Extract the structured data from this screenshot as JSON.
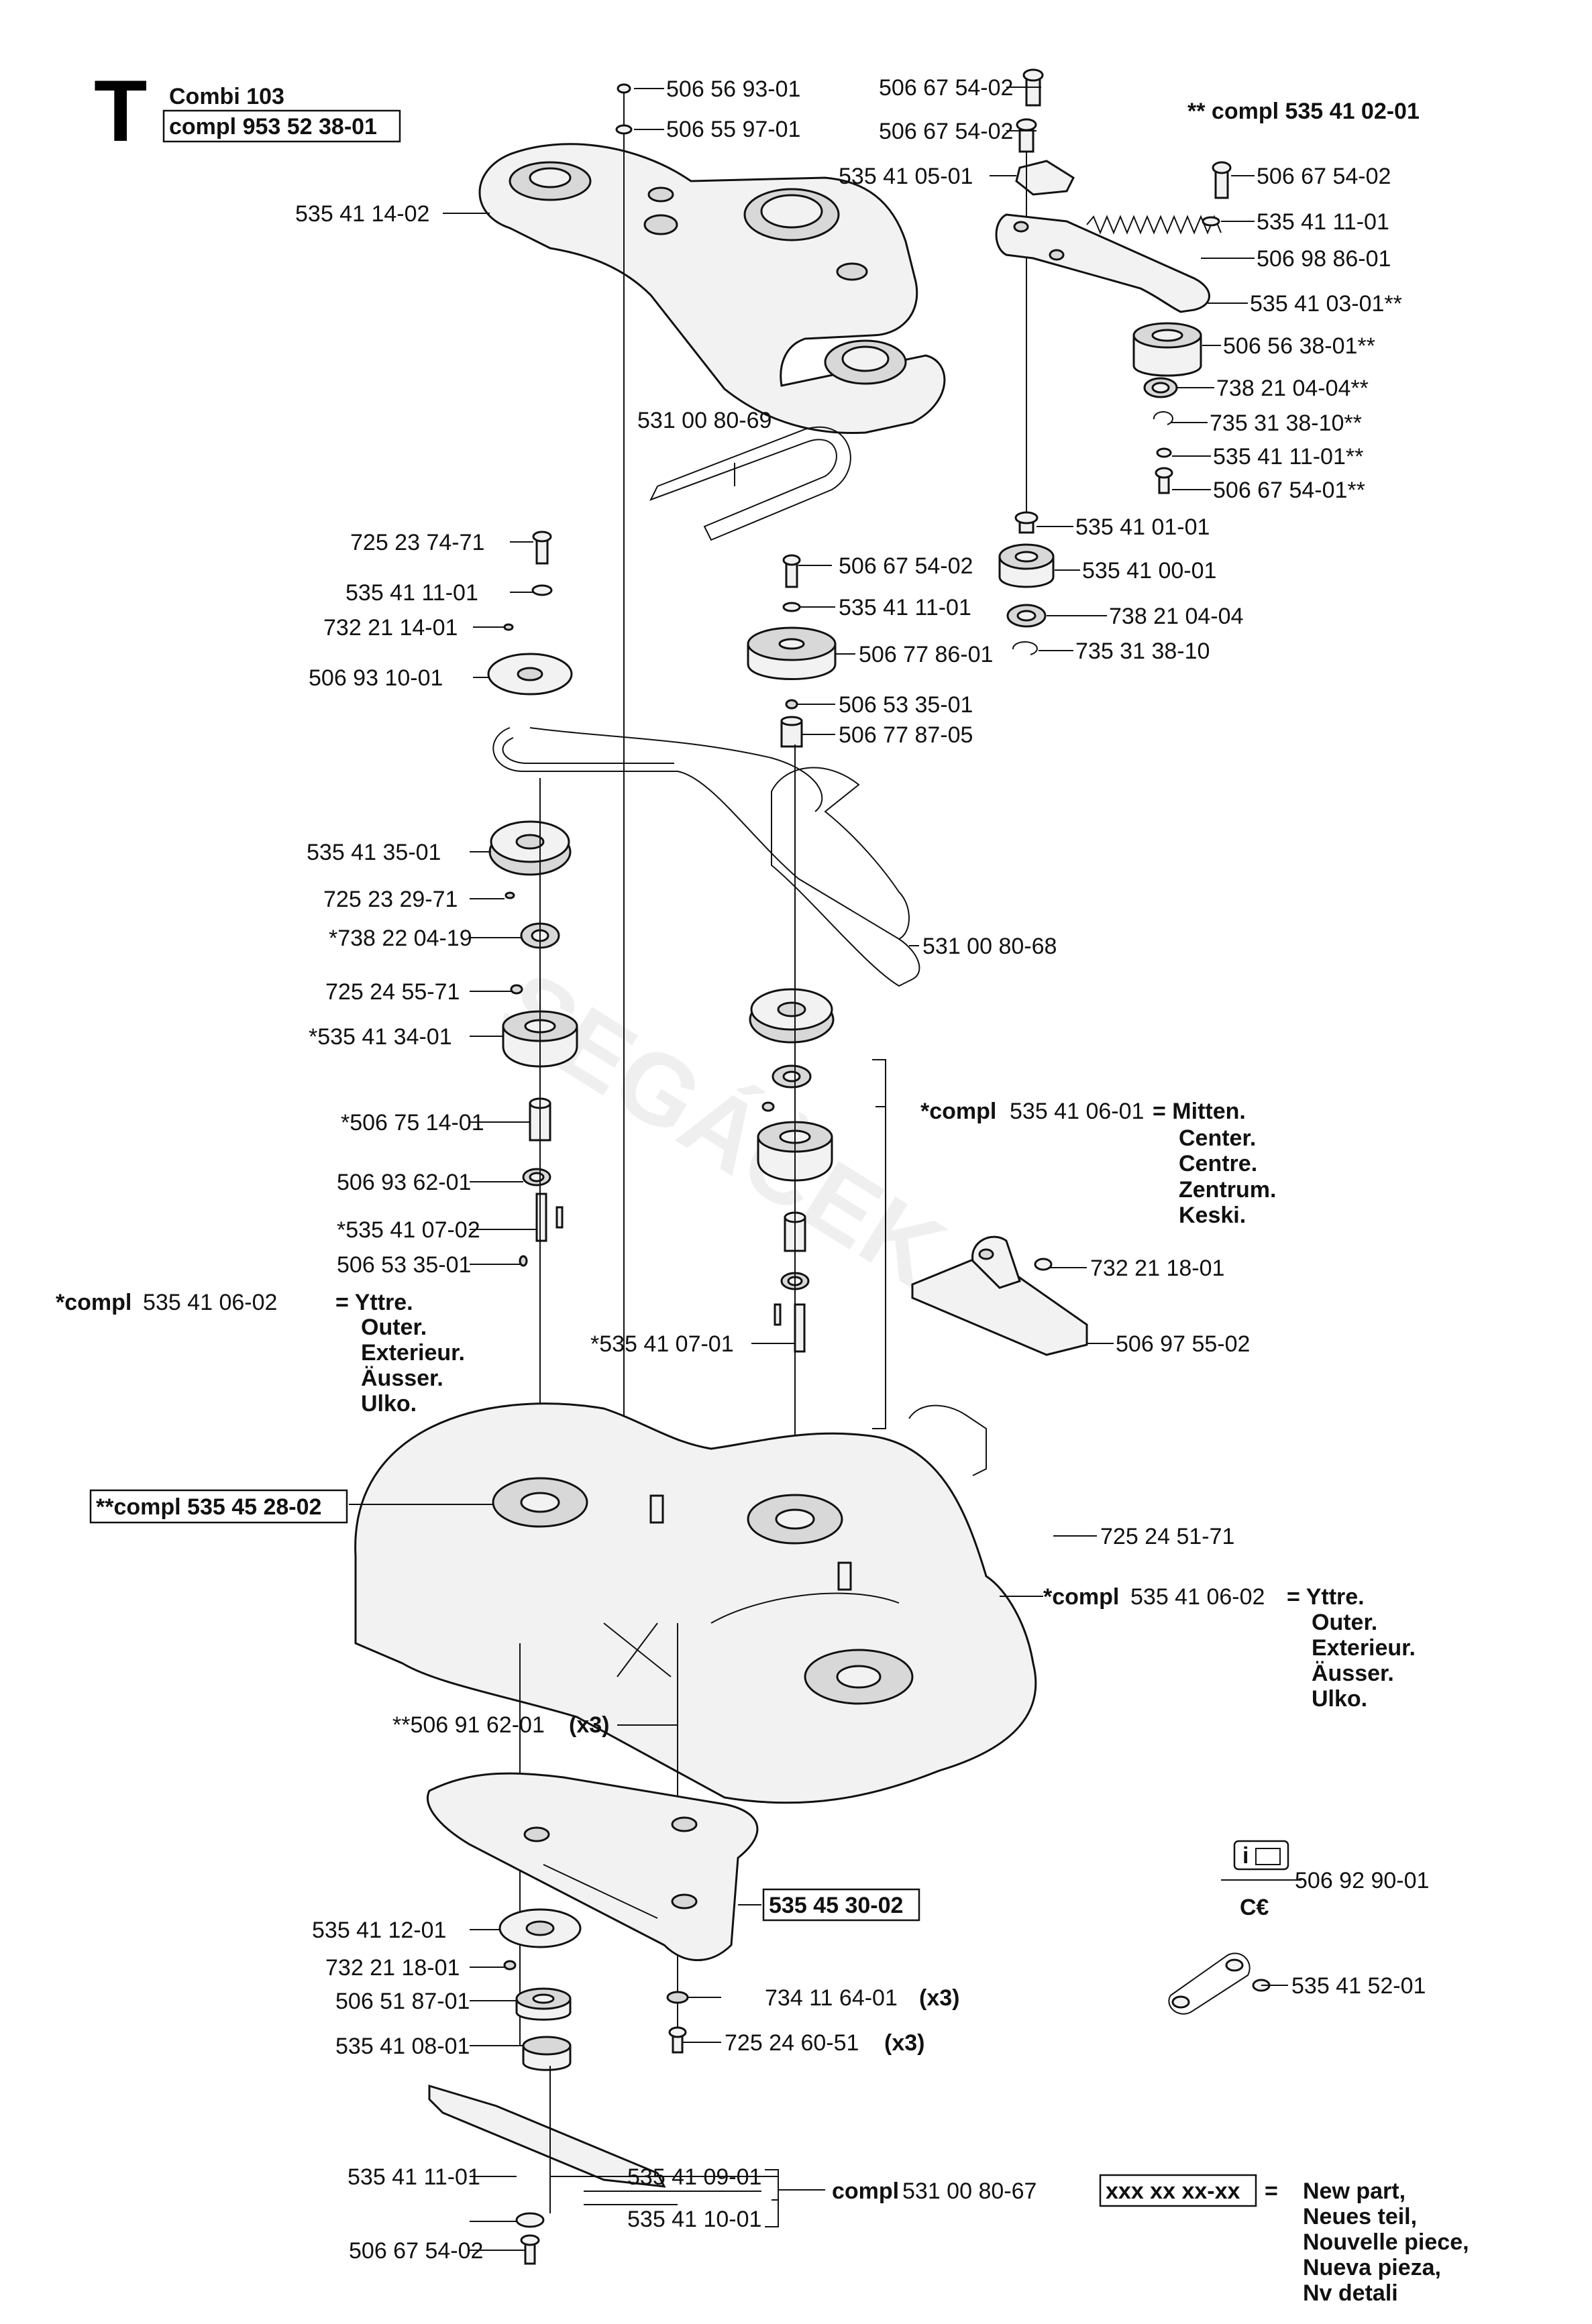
{
  "header": {
    "section_letter": "T",
    "model": "Combi 103",
    "compl_main": "compl 953 52 38-01",
    "compl_star2": "** compl 535 41 02-01"
  },
  "labels": {
    "p_506_56_93_01": "506 56 93-01",
    "p_506_55_97_01": "506 55 97-01",
    "p_506_67_54_02_a": "506 67 54-02",
    "p_506_67_54_02_b": "506 67 54-02",
    "p_535_41_05_01": "535 41 05-01",
    "p_535_41_14_02": "535 41 14-02",
    "p_506_67_54_02_c": "506 67 54-02",
    "p_535_41_11_01_a": "535 41 11-01",
    "p_506_98_86_01": "506 98 86-01",
    "p_535_41_03_01": "535 41 03-01**",
    "p_506_56_38_01": "506 56 38-01**",
    "p_738_21_04_04_s": "738 21 04-04**",
    "p_735_31_38_10_s": "735 31 38-10**",
    "p_535_41_11_01_s": "535 41 11-01**",
    "p_506_67_54_01_s": "506 67 54-01**",
    "p_531_00_80_69": "531 00 80-69",
    "p_535_41_01_01": "535 41 01-01",
    "p_535_41_00_01": "535 41 00-01",
    "p_738_21_04_04": "738 21 04-04",
    "p_735_31_38_10": "735 31 38-10",
    "p_725_23_74_71": "725 23 74-71",
    "p_535_41_11_01_b": "535 41 11-01",
    "p_732_21_14_01": "732 21 14-01",
    "p_506_93_10_01": "506 93 10-01",
    "p_506_67_54_02_d": "506 67 54-02",
    "p_535_41_11_01_c": "535 41 11-01",
    "p_506_77_86_01": "506 77 86-01",
    "p_506_53_35_01_a": "506 53 35-01",
    "p_506_77_87_05": "506 77 87-05",
    "p_535_41_35_01": "535 41 35-01",
    "p_725_23_29_71": "725 23 29-71",
    "p_738_22_04_19": "*738 22 04-19",
    "p_531_00_80_68": "531 00 80-68",
    "p_725_24_55_71": "725 24 55-71",
    "p_535_41_34_01": "*535 41 34-01",
    "p_506_75_14_01": "*506 75 14-01",
    "p_506_93_62_01": "506 93 62-01",
    "p_535_41_07_02": "*535 41 07-02",
    "p_506_53_35_01_b": "506 53 35-01",
    "p_535_41_07_01": "*535 41 07-01",
    "p_732_21_18_01_a": "732 21 18-01",
    "p_506_97_55_02": "506 97 55-02",
    "p_725_24_51_71": "725 24 51-71",
    "p_535_41_12_01": "535 41 12-01",
    "p_732_21_18_01_b": "732 21 18-01",
    "p_506_51_87_01": "506 51 87-01",
    "p_535_41_08_01": "535 41 08-01",
    "p_535_41_09_01": "535 41 09-01",
    "p_535_41_11_01_d": "535 41 11-01",
    "p_535_41_10_01": "535 41 10-01",
    "p_506_67_54_02_e": "506 67 54-02",
    "p_734_11_64_01": "734 11 64-01",
    "p_725_24_60_51": "725 24 60-51",
    "p_506_92_90_01": "506 92 90-01",
    "p_535_41_52_01": "535 41 52-01",
    "qty_x3": "(x3)",
    "compl_mitten_prefix": "*compl",
    "compl_mitten_num": "535 41 06-01",
    "compl_yttre_prefix": "*compl",
    "compl_yttre_num": "535 41 06-02",
    "compl_deck": "**compl 535 45 28-02",
    "p_506_91_62_01": "**506 91 62-01",
    "p_535_45_30_02": "535 45 30-02",
    "compl_blade_prefix": "compl",
    "compl_blade_num": "531 00 80-67",
    "ce_mark": "C€"
  },
  "center_names": [
    "= Mitten.",
    "Center.",
    "Centre.",
    "Zentrum.",
    "Keski."
  ],
  "outer_names": [
    "= Yttre.",
    "Outer.",
    "Exterieur.",
    "Äusser.",
    "Ulko."
  ],
  "legend": {
    "symbol_text": "xxx xx xx-xx",
    "equals": "=",
    "lines": [
      "New part,",
      "Neues teil,",
      "Nouvelle piece,",
      "Nueva pieza,",
      "Nv detali"
    ]
  }
}
